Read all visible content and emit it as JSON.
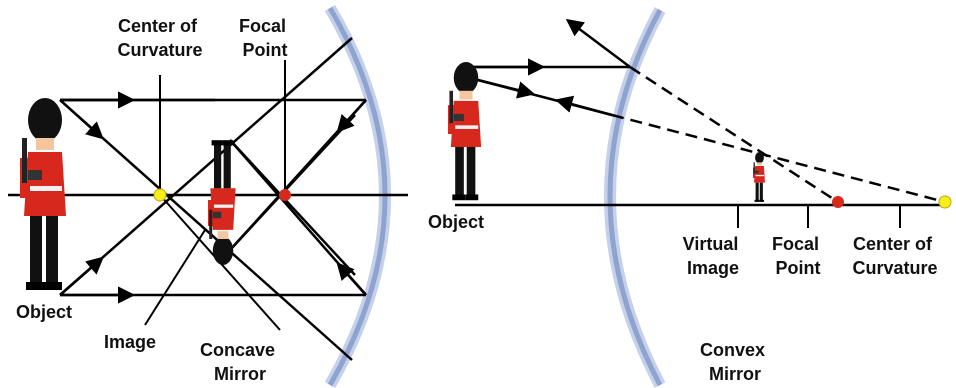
{
  "left_panel": {
    "labels": {
      "center_of_curvature": [
        "Center of",
        "Curvature"
      ],
      "focal_point": [
        "Focal",
        "Point"
      ],
      "object": "Object",
      "image": "Image",
      "mirror": [
        "Concave",
        "Mirror"
      ]
    }
  },
  "right_panel": {
    "labels": {
      "object": "Object",
      "virtual_image": [
        "Virtual",
        "Image"
      ],
      "focal_point": [
        "Focal",
        "Point"
      ],
      "center_of_curvature": [
        "Center of",
        "Curvature"
      ],
      "mirror": [
        "Convex",
        "Mirror"
      ]
    }
  },
  "colors": {
    "mirror": "#8fa3cf",
    "mirror_edge": "#c5d0ea",
    "ray": "#000000",
    "center_point": "#f7ef1c",
    "focal_point": "#d52a1c",
    "guard_tunic": "#d8281e",
    "guard_hat": "#111111"
  }
}
